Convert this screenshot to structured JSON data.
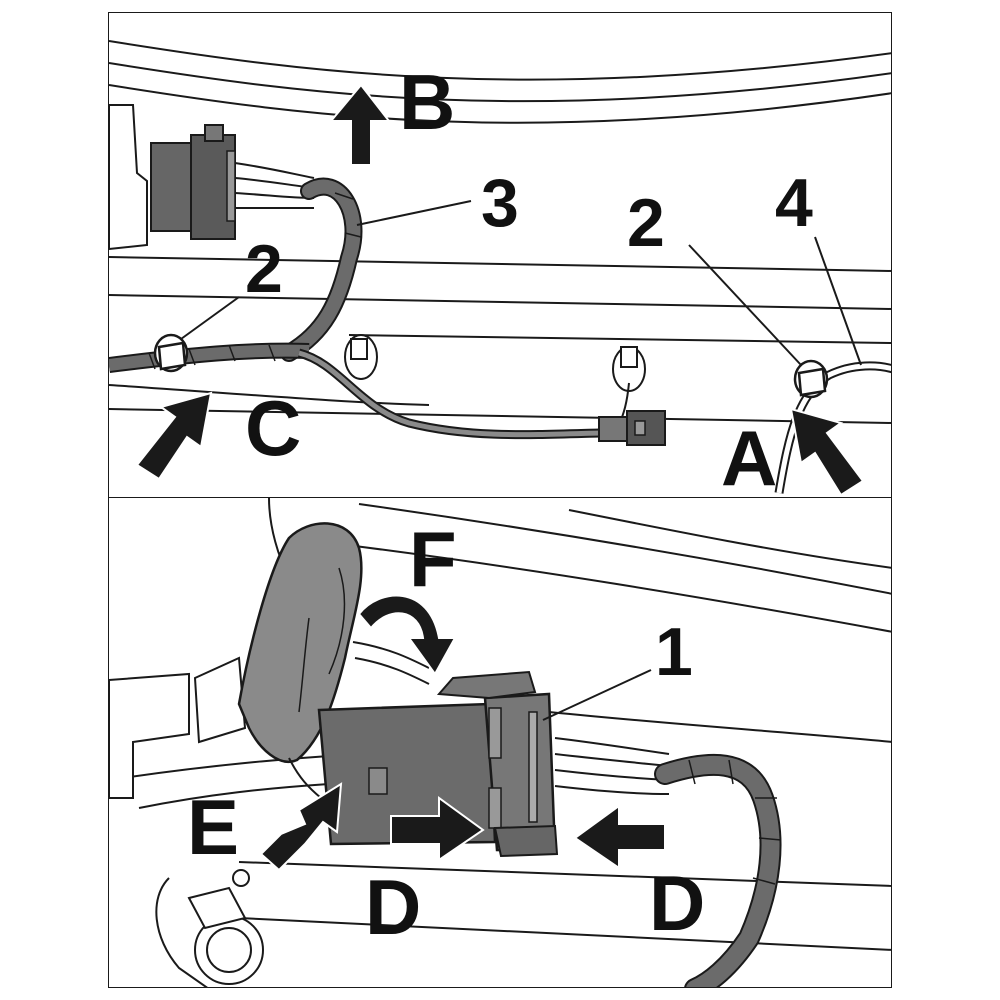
{
  "figure": {
    "top_panel": {
      "callouts": {
        "b": "B",
        "three": "3",
        "two_left": "2",
        "two_right": "2",
        "four": "4",
        "c": "C",
        "a": "A"
      }
    },
    "bottom_panel": {
      "callouts": {
        "f": "F",
        "one": "1",
        "e": "E",
        "d_left": "D",
        "d_right": "D"
      }
    }
  },
  "colors": {
    "line": "#1a1a1a",
    "connector": "#555555",
    "harness_tape": "#6b6b6b",
    "boot": "#8a8a8a",
    "background": "#ffffff"
  }
}
